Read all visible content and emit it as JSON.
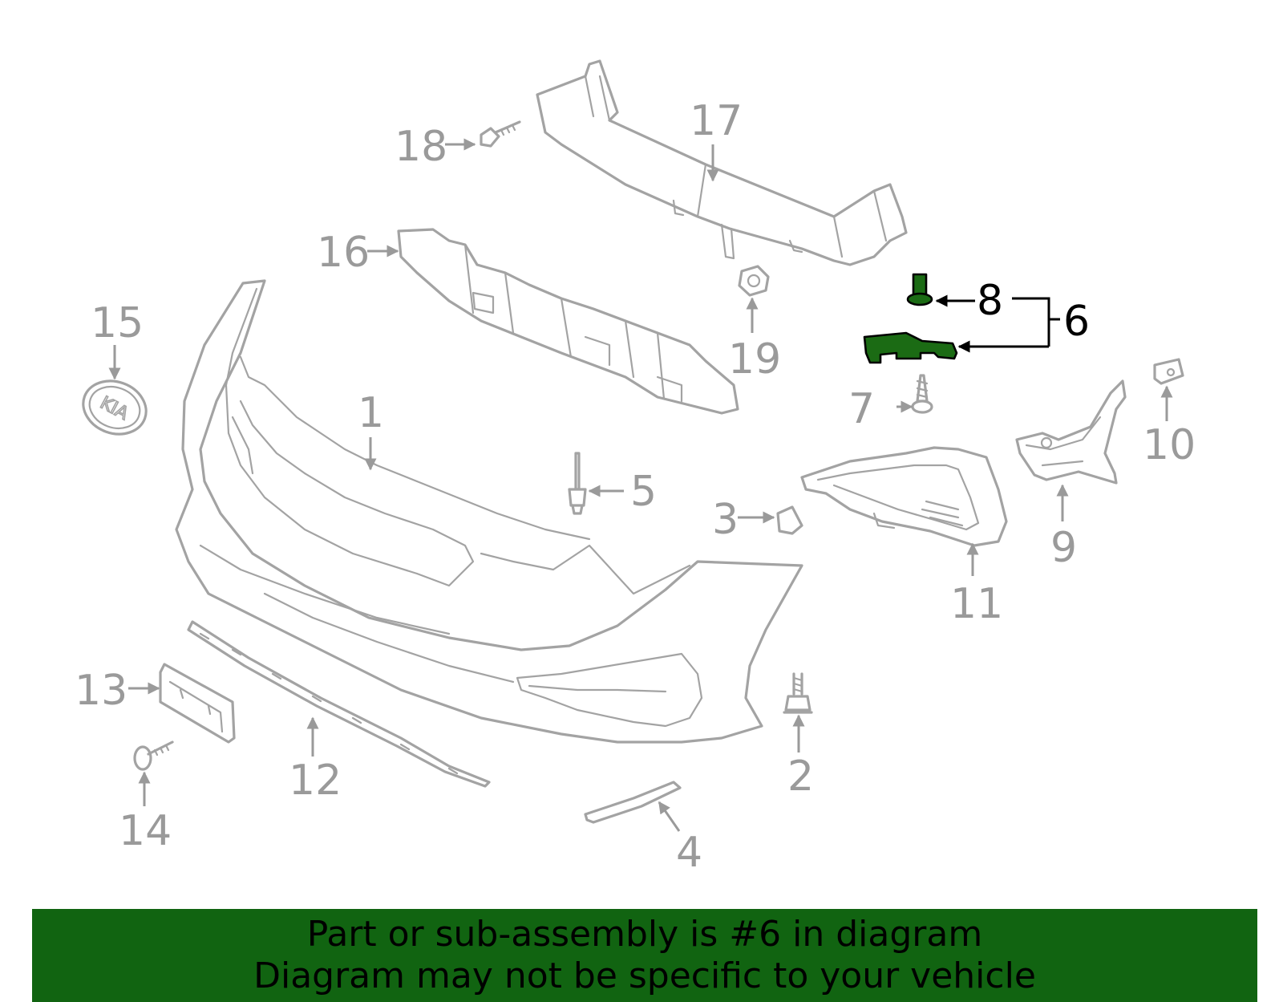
{
  "diagram": {
    "callouts": {
      "c1": "1",
      "c2": "2",
      "c3": "3",
      "c4": "4",
      "c5": "5",
      "c6": "6",
      "c7": "7",
      "c8": "8",
      "c9": "9",
      "c10": "10",
      "c11": "11",
      "c12": "12",
      "c13": "13",
      "c14": "14",
      "c15": "15",
      "c16": "16",
      "c17": "17",
      "c18": "18",
      "c19": "19"
    },
    "highlighted_part": "6",
    "colors": {
      "part_line": "#a3a3a3",
      "callout_text": "#9a9a9a",
      "highlight_fill": "#1b6b14",
      "banner_bg": "#116411"
    }
  },
  "banner": {
    "line1": "Part or sub-assembly is #6 in diagram",
    "line2": "Diagram may not be specific to your vehicle"
  }
}
